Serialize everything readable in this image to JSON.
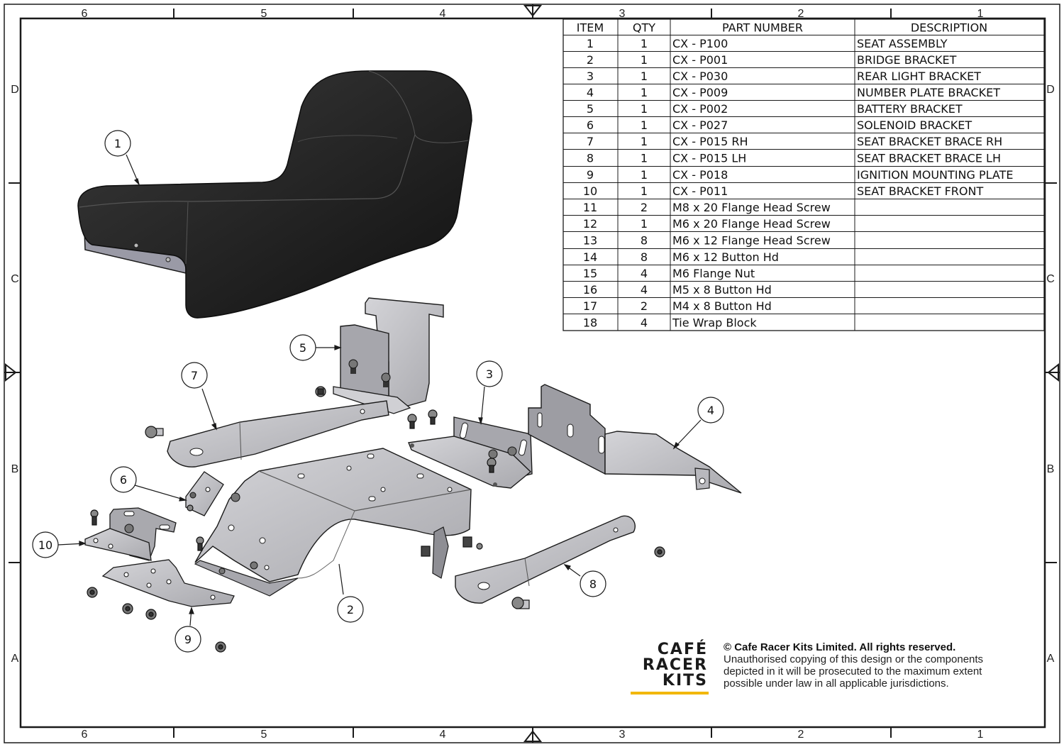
{
  "border": {
    "columns": [
      "6",
      "5",
      "4",
      "3",
      "2",
      "1"
    ],
    "rows": [
      "D",
      "C",
      "B",
      "A"
    ]
  },
  "bom": {
    "headers": [
      "ITEM",
      "QTY",
      "PART NUMBER",
      "DESCRIPTION"
    ],
    "rows": [
      [
        "1",
        "1",
        "CX - P100",
        "SEAT ASSEMBLY"
      ],
      [
        "2",
        "1",
        "CX - P001",
        "BRIDGE BRACKET"
      ],
      [
        "3",
        "1",
        "CX - P030",
        "REAR LIGHT BRACKET"
      ],
      [
        "4",
        "1",
        "CX - P009",
        "NUMBER PLATE BRACKET"
      ],
      [
        "5",
        "1",
        "CX - P002",
        "BATTERY BRACKET"
      ],
      [
        "6",
        "1",
        "CX - P027",
        "SOLENOID BRACKET"
      ],
      [
        "7",
        "1",
        "CX - P015 RH",
        "SEAT BRACKET BRACE RH"
      ],
      [
        "8",
        "1",
        "CX - P015 LH",
        "SEAT BRACKET BRACE LH"
      ],
      [
        "9",
        "1",
        "CX - P018",
        "IGNITION MOUNTING PLATE"
      ],
      [
        "10",
        "1",
        "CX - P011",
        "SEAT BRACKET FRONT"
      ],
      [
        "11",
        "2",
        "M8 x 20 Flange Head Screw",
        ""
      ],
      [
        "12",
        "1",
        "M6 x 20 Flange Head Screw",
        ""
      ],
      [
        "13",
        "8",
        "M6 x 12 Flange Head Screw",
        ""
      ],
      [
        "14",
        "8",
        "M6 x 12 Button Hd",
        ""
      ],
      [
        "15",
        "4",
        "M6 Flange Nut",
        ""
      ],
      [
        "16",
        "4",
        "M5 x 8 Button Hd",
        ""
      ],
      [
        "17",
        "2",
        "M4 x 8 Button Hd",
        ""
      ],
      [
        "18",
        "4",
        "Tie Wrap Block",
        ""
      ]
    ]
  },
  "callouts": [
    "1",
    "2",
    "3",
    "4",
    "5",
    "6",
    "7",
    "8",
    "9",
    "10"
  ],
  "logo": {
    "lines": [
      "CAFÉ",
      "RACER",
      "KITS"
    ],
    "accent_color": "#f2b705"
  },
  "copyright": {
    "title": "© Cafe Racer Kits Limited. All rights reserved.",
    "lines": [
      "Unauthorised copying of this design or the components",
      "depicted in it will be prosecuted to the maximum extent",
      "possible under law in all applicable jurisdictions."
    ]
  },
  "colors": {
    "line": "#1a1a1a",
    "seat": "#1c1c1c",
    "metal": "#c4c4c8",
    "metal_dark": "#8e8e94"
  }
}
